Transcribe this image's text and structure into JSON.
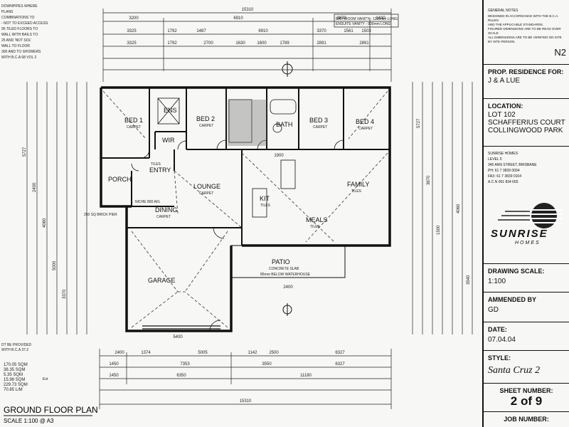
{
  "plan": {
    "title": "GROUND FLOOR PLAN",
    "scale": "SCALE 1:100 @ A3",
    "rooms": {
      "bed1": "BED 1",
      "bed1_sub": "CARPET",
      "bed2": "BED 2",
      "bed2_sub": "CARPET",
      "bed3": "BED 3",
      "bed3_sub": "CARPET",
      "bed4": "BED 4",
      "bed4_sub": "CARPET",
      "ens": "ENS",
      "wir": "WIR",
      "bath": "BATH",
      "entry": "ENTRY",
      "entry_sub": "TILES",
      "porch": "PORCH",
      "lounge": "LOUNGE",
      "lounge_sub": "CARPET",
      "dining": "DINING",
      "dining_sub": "CARPET",
      "kit": "KIT",
      "kit_sub": "TILES",
      "meals": "MEALS",
      "meals_sub": "TILES",
      "family": "FAMILY",
      "family_sub": "TILES",
      "garage": "GARAGE",
      "patio": "PATIO",
      "patio_sub": "CONCRETE SLAB",
      "patio_note": "85mm BELOW WATERHOUSE"
    },
    "dims": {
      "overall_top": "15310",
      "overall_bottom": "15310",
      "top_row1": [
        "3200",
        "6910",
        "3870",
        "1430"
      ],
      "top_row2": [
        "3325",
        "1792",
        "1487",
        "6910",
        "3370",
        "1561",
        "1503"
      ],
      "top_row3": [
        "3325",
        "1792",
        "2700",
        "1630",
        "1600",
        "1789",
        "2891",
        "2891"
      ],
      "bottom_row1": [
        "2400",
        "1374",
        "5005",
        "1142",
        "2500",
        "6327"
      ],
      "bottom_row2": [
        "1450",
        "7353",
        "3550",
        "6327"
      ],
      "bottom_row3": [
        "1450",
        "6350",
        "11180"
      ],
      "garage_width": "5400",
      "patio_width": "2400",
      "kit_bench": "1900",
      "right_side": [
        "5727",
        "3670",
        "1500",
        "4060",
        "3540"
      ],
      "left_side": [
        "5727",
        "2400",
        "4060",
        "5000",
        "3370"
      ]
    },
    "notes": {
      "top_left": [
        "DOWNPIPES WHERE",
        "PLANS",
        "COMBINATIONS TO",
        "- NOT TO EXCEED ACCESS",
        "95 TILED FLOORS TO",
        "WALL WITH BAILS TO",
        "25 AND 'NOT SOL'",
        "WALL TO FLOOR",
        "300 AND TO SHOWERS",
        "WITH B.C.A 68 VOL 2"
      ],
      "top_mid": [
        "BATHROOM VANITY - 1200mm LONG",
        "ENSUITE VANITY - 900mm LONG"
      ],
      "porch_note": "250 SQ BRICK PIER",
      "alfresco_note": "NICHE 800 AFL",
      "bottom_left": [
        "DT BE PROVIDED",
        "WITH B.C.A 37.2"
      ],
      "areas": [
        "170.05 SQM",
        "38.35 SQM",
        "5.35 SQM",
        "15.98 SQM",
        "229.73 SQM",
        "70.85 L/M"
      ],
      "ext_label": "Ext"
    }
  },
  "title_block": {
    "general_notes_heading": "GENERAL NOTES",
    "general_notes": [
      "DESIGNED IN ACCORDANCE WITH THE B.C.A. RULES",
      "AND THE APPLICABLE STANDARDS.",
      "FIGURED DIMENSIONS ARE TO BE READ OVER SCALE",
      "ALL DIMENSIONS ARE TO BE VERIFIED ON SITE",
      "BY SITE PERSON."
    ],
    "sheet_code": "N2",
    "prop_label": "PROP. RESIDENCE FOR:",
    "prop_value": "J & A LUE",
    "location_label": "LOCATION:",
    "location_lines": [
      "LOT 102",
      "SCHAFFERIUS COURT",
      "COLLINGWOOD PARK"
    ],
    "company_lines": [
      "SUNRISE HOMES",
      "LEVEL 5",
      "345 ANN STREET, BRISBANE",
      "PH: 61 7 3839 0004",
      "FAX: 61 7 3839 0104",
      "A.C.N 061 834 665"
    ],
    "logo_text": "SUNRISE",
    "logo_sub": "HOMES",
    "scale_label": "DRAWING SCALE:",
    "scale_value": "1:100",
    "amended_label": "AMMENDED BY",
    "amended_value": "GD",
    "date_label": "DATE:",
    "date_value": "07.04.04",
    "style_label": "STYLE:",
    "style_value": "Santa Cruz 2",
    "sheet_label": "SHEET NUMBER:",
    "sheet_value": "2 of 9",
    "job_label": "JOB NUMBER:"
  }
}
